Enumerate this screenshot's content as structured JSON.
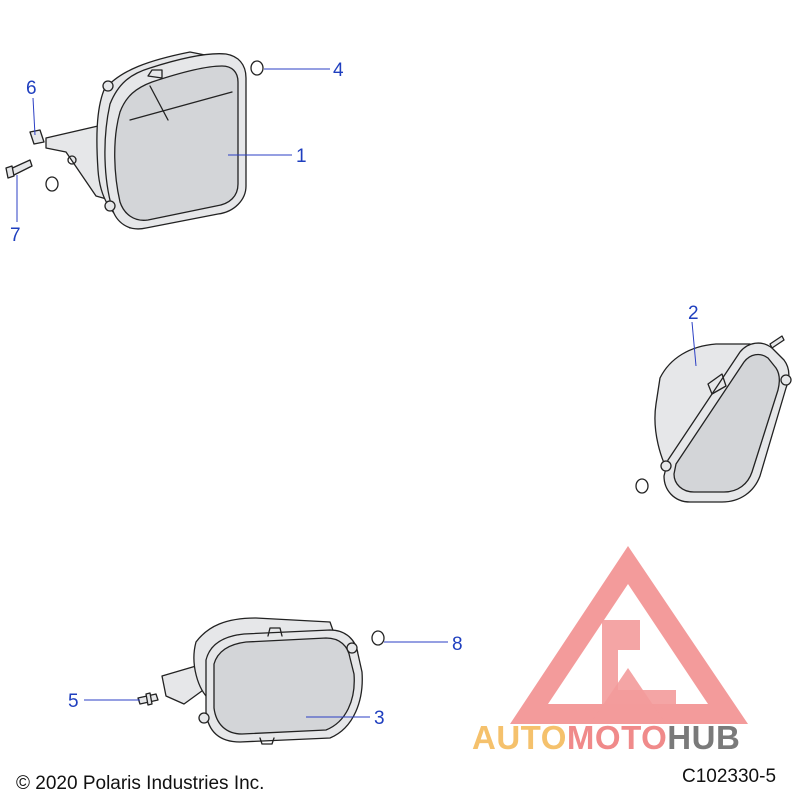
{
  "callouts": [
    "1",
    "2",
    "3",
    "4",
    "5",
    "6",
    "7",
    "8"
  ],
  "footer": {
    "copyright": "© 2020 Polaris Industries Inc.",
    "figure_code": "C102330-5"
  },
  "watermark": {
    "word_part1": "AUTO",
    "word_part2": "MOTO",
    "word_part3": "HUB",
    "colors": {
      "auto": "#f5c16c",
      "moto": "#f08a8a",
      "hub": "#7a7a7a",
      "triangle": "#f07a7a"
    }
  },
  "colors": {
    "callout": "#1f3fbf",
    "leader": "#2b3fc4",
    "line_art": "#222222"
  }
}
